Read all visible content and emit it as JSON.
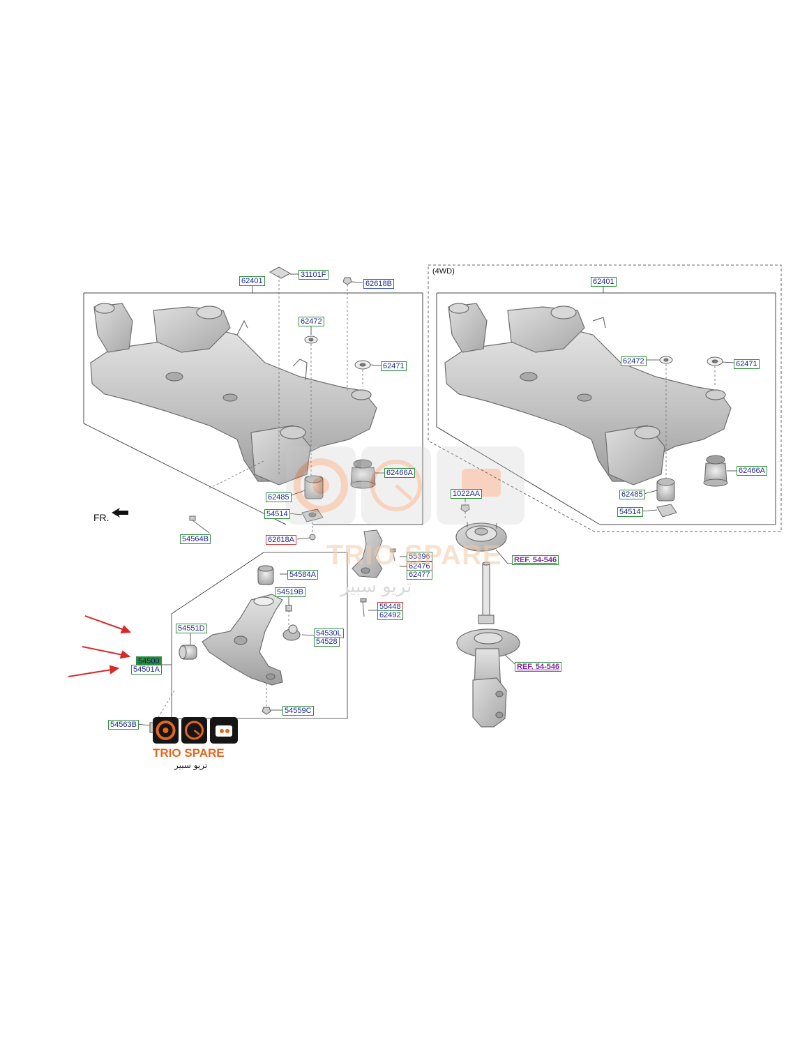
{
  "frame_note": "(4WD)",
  "direction_label": "FR.",
  "labels": {
    "l62401_left": "62401",
    "l31101f": "31101F",
    "l62618b": "62618B",
    "l62472_left": "62472",
    "l62471_left": "62471",
    "l62466a_left": "62466A",
    "l62485_left": "62485",
    "l54514_left": "54514",
    "l54564b": "54564B",
    "l62618a": "62618A",
    "l62401_right": "62401",
    "l62472_right": "62472",
    "l62471_right": "62471",
    "l62466a_right": "62466A",
    "l62485_right": "62485",
    "l54514_right": "54514",
    "l1022aa": "1022AA",
    "lref_top": "REF. 54-546",
    "lref_bottom": "REF. 54-546",
    "l55396": "55396",
    "l62476": "62476",
    "l62477": "62477",
    "l54584a": "54584A",
    "l54519b": "54519B",
    "l55448": "55448",
    "l62492": "62492",
    "l54551d": "54551D",
    "l54530l": "54530L",
    "l54528": "54528",
    "l54500": "54500",
    "l54501a": "54501A",
    "l54559c": "54559C",
    "l54563b": "54563B"
  },
  "watermark": {
    "text": "TRIO SPARE",
    "arabic": "تريو سبير"
  },
  "logo": {
    "text": "TRIO SPARE",
    "arabic": "تريو سبير",
    "brand_color": "#e4661d"
  },
  "colors": {
    "arrow": "#d62b2b",
    "label_green": "#2f8f3c",
    "label_red": "#d23a3a",
    "label_blue": "#3b55c8",
    "highlight": "#2e8b3a"
  },
  "icons": [
    "crankshaft-icon",
    "speedometer-icon",
    "engine-icon",
    "red-arrow-icon",
    "front-direction-arrow-icon"
  ]
}
